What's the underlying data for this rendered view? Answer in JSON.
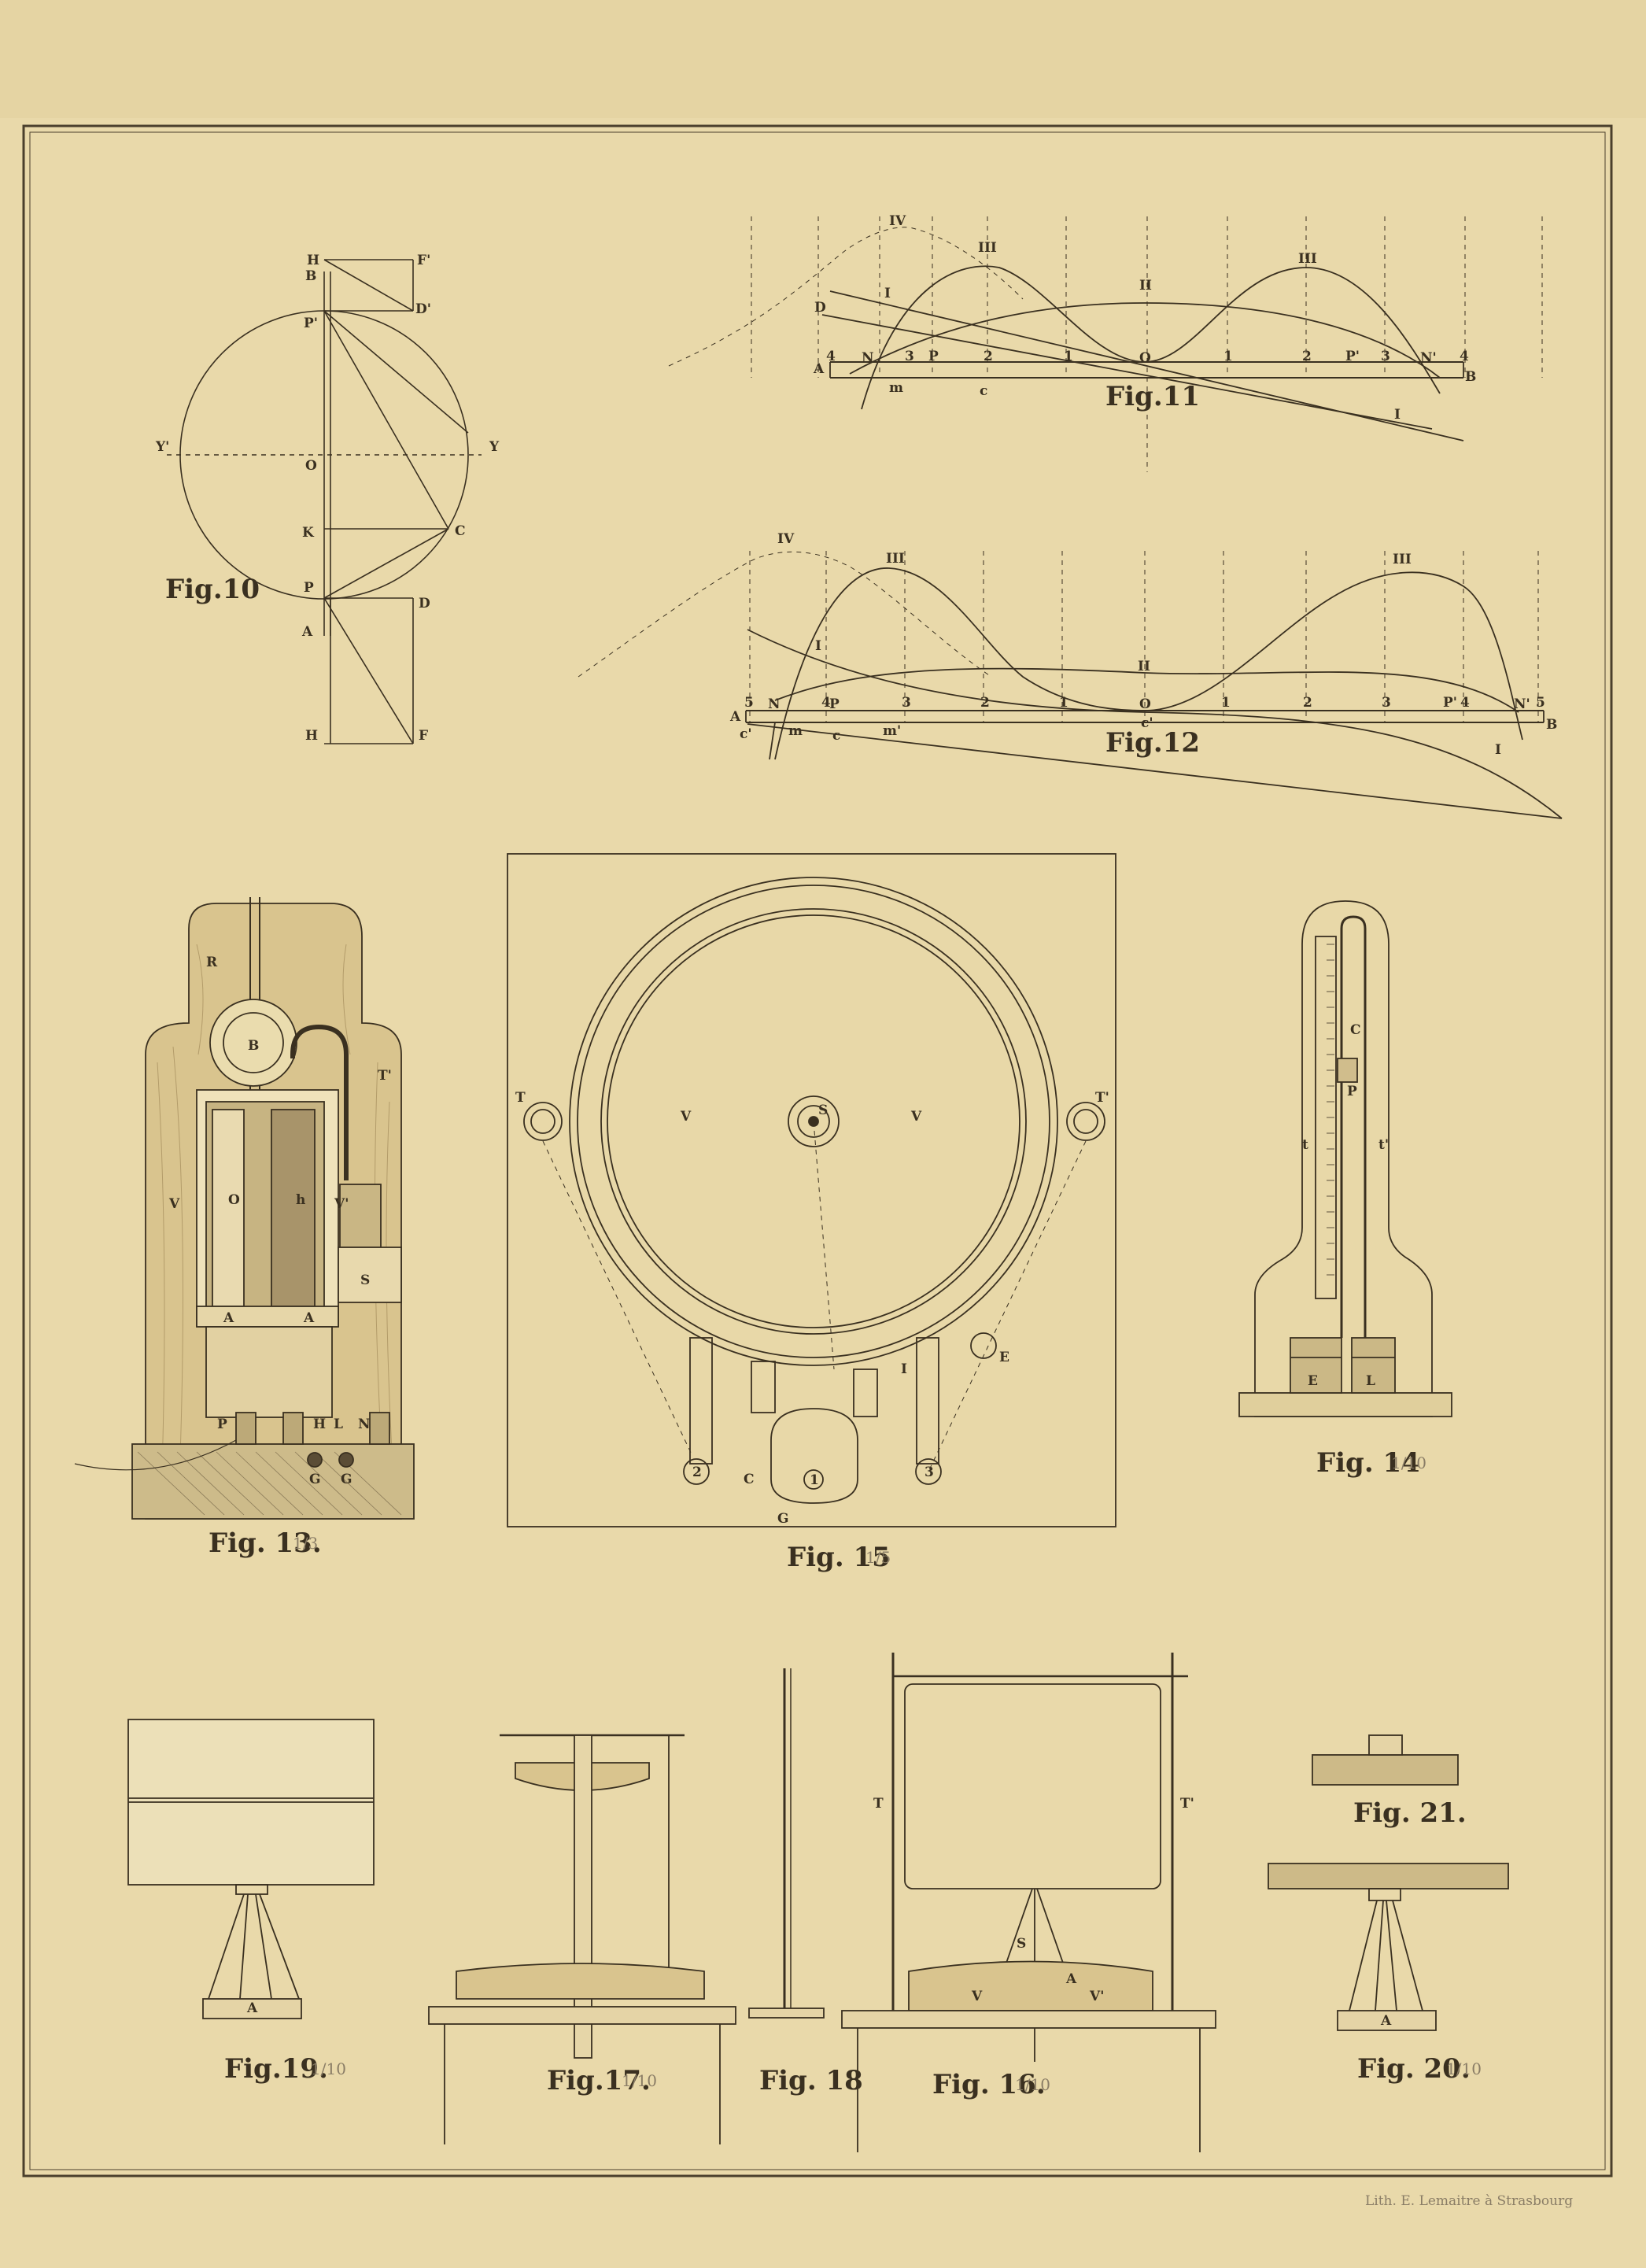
{
  "plate": {
    "paper_color": "#e9d9aa",
    "ink_color": "#3a3020",
    "credit": "Lith. E. Lemaitre à Strasbourg"
  },
  "fig10": {
    "caption": "Fig.10",
    "labels": {
      "H_top": "H",
      "B": "B",
      "F_top": "F'",
      "D_top": "D'",
      "P_top": "P'",
      "Y_left": "Y'",
      "Y_right": "Y",
      "O": "O",
      "K": "K",
      "C": "C",
      "P": "P",
      "D": "D",
      "A": "A",
      "H_bottom": "H",
      "F": "F"
    }
  },
  "fig11": {
    "caption": "Fig.11",
    "labels": {
      "IV": "IV",
      "III_left": "III",
      "III_right": "III",
      "II": "II",
      "I_top": "I",
      "I_bottom": "I",
      "D": "D",
      "A": "A",
      "B": "B",
      "N": "N",
      "N2": "N'",
      "P": "P",
      "P2": "P'",
      "O": "O",
      "m": "m",
      "c": "c"
    },
    "ticks_left": [
      "4",
      "3",
      "2",
      "1"
    ],
    "ticks_right": [
      "1",
      "2",
      "3",
      "4"
    ]
  },
  "fig12": {
    "caption": "Fig.12",
    "labels": {
      "IV": "IV",
      "III_left": "III",
      "III_right": "III",
      "II": "II",
      "I_top": "I",
      "I_bottom": "I",
      "A": "A",
      "B": "B",
      "N": "N",
      "N2": "N'",
      "P": "P",
      "P2": "P'",
      "O": "O",
      "m": "m",
      "m2": "m'",
      "c": "c",
      "c2": "c'",
      "c3": "c'"
    },
    "ticks_left": [
      "5",
      "4",
      "3",
      "2",
      "1"
    ],
    "ticks_right": [
      "1",
      "2",
      "3",
      "4",
      "5"
    ]
  },
  "fig13": {
    "caption": "Fig. 13.",
    "scale": "1/3",
    "labels": {
      "R": "R",
      "B": "B",
      "T2": "T'",
      "V": "V",
      "V2": "V'",
      "O": "O",
      "h": "h",
      "S": "S",
      "A1": "A",
      "A2": "A",
      "P": "P",
      "H": "H",
      "L": "L",
      "N": "N",
      "G1": "G",
      "G2": "G"
    }
  },
  "fig14": {
    "caption": "Fig. 14",
    "scale": "1/10",
    "labels": {
      "C": "C",
      "P": "P",
      "t": "t",
      "t2": "t'",
      "E": "E",
      "L": "L"
    }
  },
  "fig15": {
    "caption": "Fig. 15",
    "scale": "1/5",
    "labels": {
      "T": "T",
      "T2": "T'",
      "V1": "V",
      "V2": "V",
      "S": "S",
      "I": "I",
      "E": "E",
      "C": "C",
      "G": "G",
      "n2": "2",
      "n3": "3",
      "n1": "1"
    }
  },
  "fig16": {
    "caption": "Fig. 16.",
    "scale": "1/10",
    "labels": {
      "T": "T",
      "T2": "T'",
      "S": "S",
      "A": "A",
      "V": "V",
      "V2": "V'"
    }
  },
  "fig17": {
    "caption": "Fig.17.",
    "scale": "1/10"
  },
  "fig18": {
    "caption": "Fig. 18"
  },
  "fig19": {
    "caption": "Fig.19.",
    "scale": "1/10",
    "labels": {
      "A": "A"
    }
  },
  "fig20": {
    "caption": "Fig. 20.",
    "scale": "1/10",
    "labels": {
      "A": "A"
    }
  },
  "fig21": {
    "caption": "Fig. 21."
  }
}
